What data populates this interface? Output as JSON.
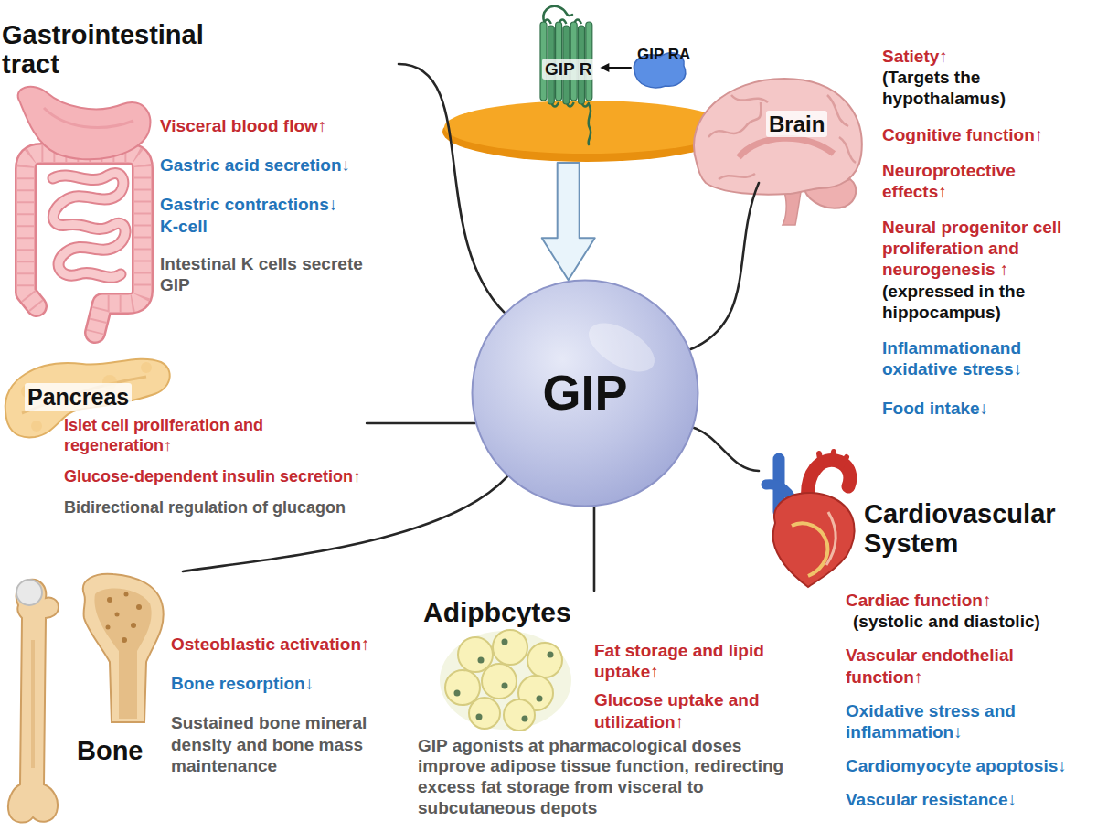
{
  "diagram": {
    "nodes": [
      {
        "text": [
          "Gastrointestinal tract",
          "Visceral blood flow↑",
          "Gastric acid secretion↓",
          "Gastric contractions↓ K-cell",
          "Intestinal K cells secrete GIP"
        ]
      },
      {
        "text": [
          "GIP R"
        ]
      },
      {
        "text": [
          "GIP RA"
        ]
      },
      {
        "text": [
          "Brain",
          "Satiety↑",
          "(Targets the hypothalamus)",
          "Cognitive function↑",
          "Neuroprotective effects↑",
          "Neural progenitor cell proliferation and neurogenesis ↑",
          "(expressed in the hippocampus)",
          "Inflammationand oxidative stress↓",
          "Food intake↓"
        ]
      },
      {
        "text": [
          "GIP"
        ]
      },
      {
        "text": [
          "Pancreas",
          "Islet cell proliferation and regeneration↑",
          "Glucose-dependent insulin secretion↑",
          "Bidirectional regulation of glucagon"
        ]
      },
      {
        "text": [
          "Cardiovascular System",
          "Cardiac function↑",
          "(systolic and diastolic)",
          "Vascular endothelial function↑",
          "Oxidative stress and inflammation↓",
          "Cardiomyocyte apoptosis↓",
          "Vascular resistance↓"
        ]
      },
      {
        "text": [
          "Bone",
          "Osteoblastic activation↑",
          "Bone resorption↓",
          "Sustained bone mineral density and bone mass maintenance"
        ]
      },
      {
        "text": [
          "Adipbcytes",
          "Fat storage and lipid uptake↑",
          "Glucose uptake and utilization↑",
          "GIP agonists at pharmacological doses improve adipose tissue function, redirecting excess fat storage from visceral to subcutaneous depots"
        ]
      }
    ],
    "edges": [
      {
        "from": 2,
        "to": 1,
        "arrow": "to"
      },
      {
        "from": 1,
        "to": 4,
        "arrow": "to"
      },
      {
        "from": 4,
        "to": 0,
        "arrow": "none"
      },
      {
        "from": 4,
        "to": 3,
        "arrow": "none"
      },
      {
        "from": 4,
        "to": 5,
        "arrow": "none"
      },
      {
        "from": 4,
        "to": 6,
        "arrow": "none"
      },
      {
        "from": 4,
        "to": 7,
        "arrow": "none"
      },
      {
        "from": 4,
        "to": 8,
        "arrow": "none"
      }
    ]
  }
}
